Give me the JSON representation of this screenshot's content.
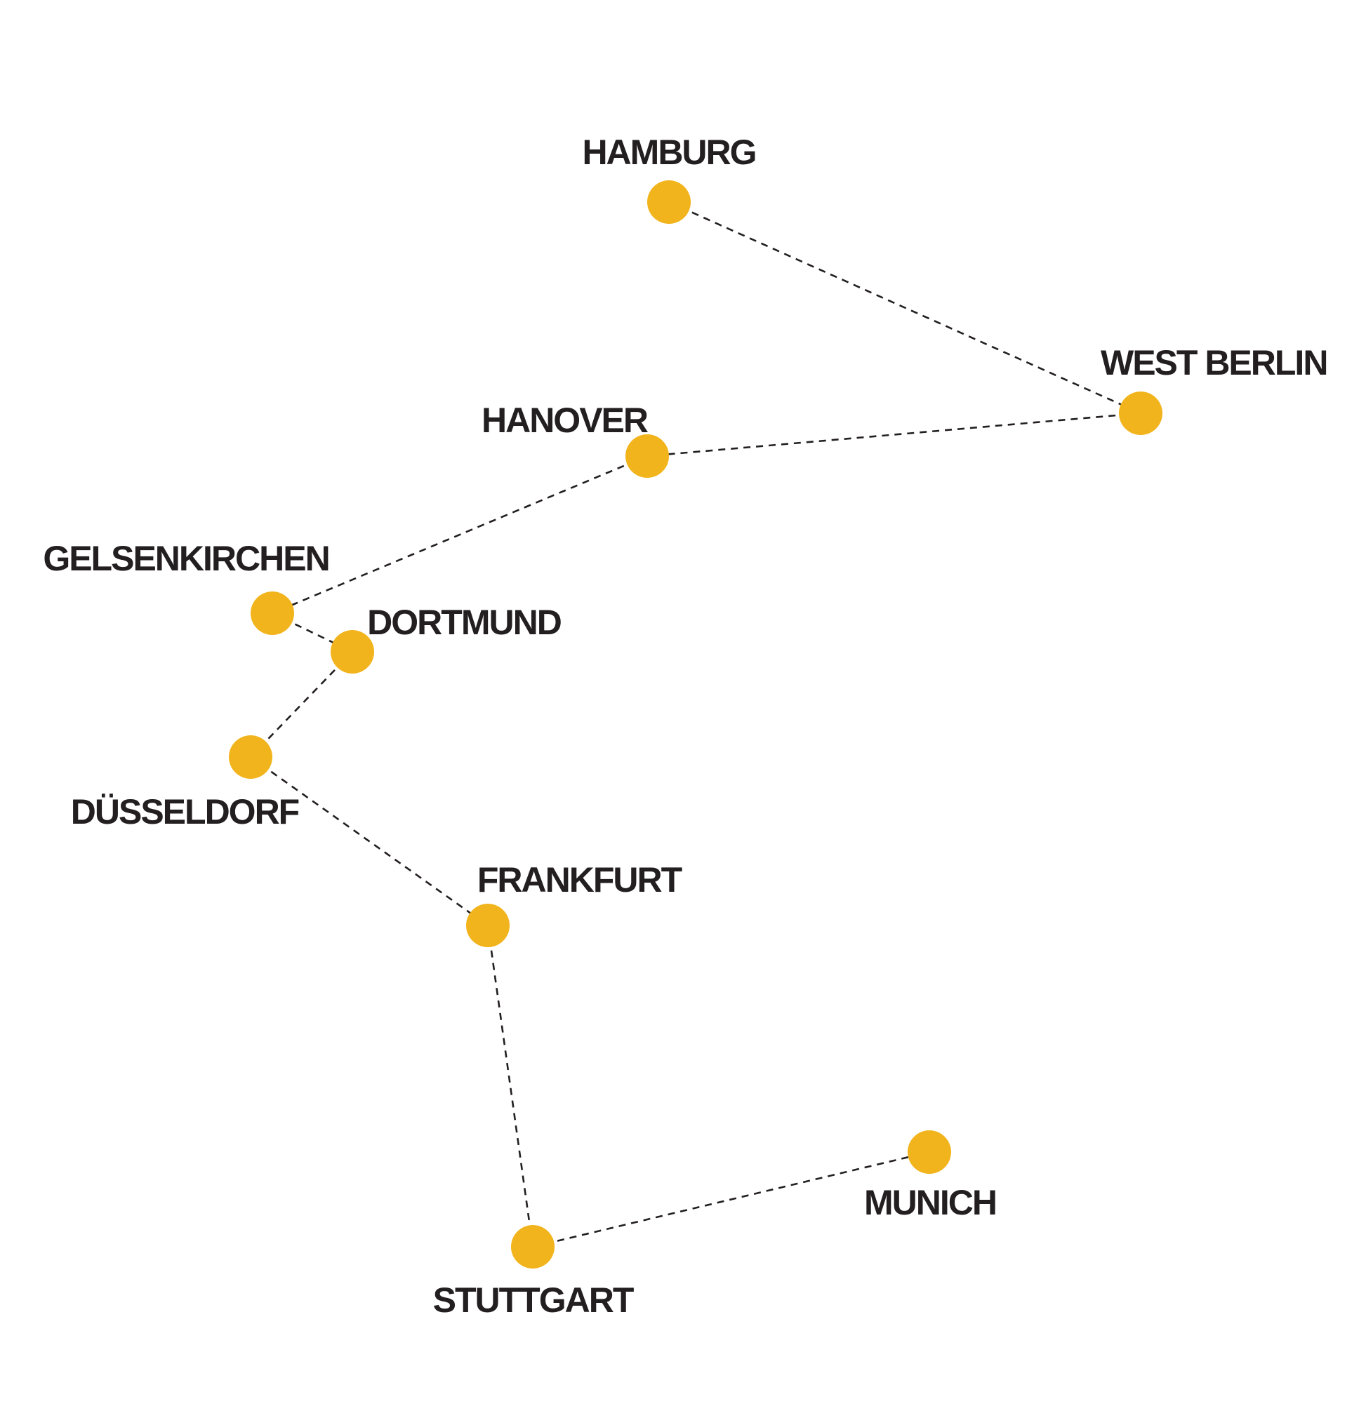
{
  "colors": {
    "node": "#f2b41c",
    "label": "#231f20",
    "edge": "#231f20",
    "background": "#ffffff"
  },
  "nodes": [
    {
      "id": "hamburg",
      "label": "HAMBURG"
    },
    {
      "id": "west-berlin",
      "label": "WEST BERLIN"
    },
    {
      "id": "hanover",
      "label": "HANOVER"
    },
    {
      "id": "gelsenkirchen",
      "label": "GELSENKIRCHEN"
    },
    {
      "id": "dortmund",
      "label": "DORTMUND"
    },
    {
      "id": "dusseldorf",
      "label": "DÜSSELDORF"
    },
    {
      "id": "frankfurt",
      "label": "FRANKFURT"
    },
    {
      "id": "stuttgart",
      "label": "STUTTGART"
    },
    {
      "id": "munich",
      "label": "MUNICH"
    }
  ],
  "edges": [
    [
      "hamburg",
      "west-berlin"
    ],
    [
      "west-berlin",
      "hanover"
    ],
    [
      "hanover",
      "gelsenkirchen"
    ],
    [
      "gelsenkirchen",
      "dortmund"
    ],
    [
      "dortmund",
      "dusseldorf"
    ],
    [
      "dusseldorf",
      "frankfurt"
    ],
    [
      "frankfurt",
      "stuttgart"
    ],
    [
      "stuttgart",
      "munich"
    ]
  ]
}
